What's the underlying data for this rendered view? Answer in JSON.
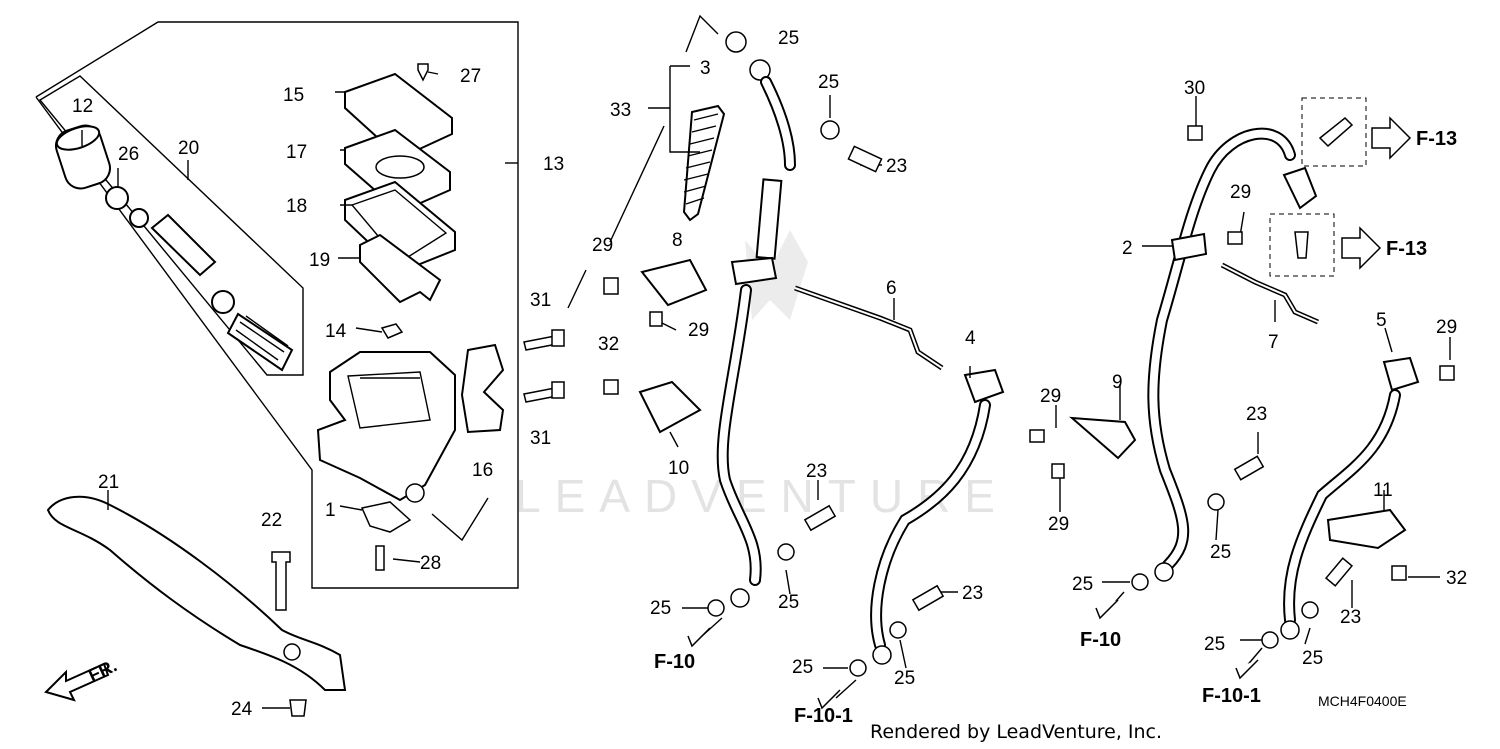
{
  "parts": [
    {
      "id": "p1",
      "text": "1"
    },
    {
      "id": "p2",
      "text": "2"
    },
    {
      "id": "p3",
      "text": "3"
    },
    {
      "id": "p4",
      "text": "4"
    },
    {
      "id": "p5",
      "text": "5"
    },
    {
      "id": "p6",
      "text": "6"
    },
    {
      "id": "p7",
      "text": "7"
    },
    {
      "id": "p8",
      "text": "8"
    },
    {
      "id": "p9",
      "text": "9"
    },
    {
      "id": "p10",
      "text": "10"
    },
    {
      "id": "p11",
      "text": "11"
    },
    {
      "id": "p12",
      "text": "12"
    },
    {
      "id": "p13",
      "text": "13"
    },
    {
      "id": "p14",
      "text": "14"
    },
    {
      "id": "p15",
      "text": "15"
    },
    {
      "id": "p16",
      "text": "16"
    },
    {
      "id": "p17",
      "text": "17"
    },
    {
      "id": "p18",
      "text": "18"
    },
    {
      "id": "p19",
      "text": "19"
    },
    {
      "id": "p20",
      "text": "20"
    },
    {
      "id": "p21",
      "text": "21"
    },
    {
      "id": "p22",
      "text": "22"
    },
    {
      "id": "p24",
      "text": "24"
    },
    {
      "id": "p26",
      "text": "26"
    },
    {
      "id": "p27",
      "text": "27"
    },
    {
      "id": "p28",
      "text": "28"
    },
    {
      "id": "p30",
      "text": "30"
    },
    {
      "id": "p33",
      "text": "33"
    },
    {
      "id": "p23a",
      "text": "23"
    },
    {
      "id": "p23b",
      "text": "23"
    },
    {
      "id": "p23c",
      "text": "23"
    },
    {
      "id": "p23d",
      "text": "23"
    },
    {
      "id": "p23e",
      "text": "23"
    },
    {
      "id": "p25a",
      "text": "25"
    },
    {
      "id": "p25b",
      "text": "25"
    },
    {
      "id": "p25c",
      "text": "25"
    },
    {
      "id": "p25d",
      "text": "25"
    },
    {
      "id": "p25e",
      "text": "25"
    },
    {
      "id": "p25f",
      "text": "25"
    },
    {
      "id": "p25g",
      "text": "25"
    },
    {
      "id": "p25h",
      "text": "25"
    },
    {
      "id": "p25i",
      "text": "25"
    },
    {
      "id": "p25j",
      "text": "25"
    },
    {
      "id": "p25k",
      "text": "25"
    },
    {
      "id": "p29a",
      "text": "29"
    },
    {
      "id": "p29b",
      "text": "29"
    },
    {
      "id": "p29c",
      "text": "29"
    },
    {
      "id": "p29d",
      "text": "29"
    },
    {
      "id": "p29e",
      "text": "29"
    },
    {
      "id": "p29f",
      "text": "29"
    },
    {
      "id": "p31a",
      "text": "31"
    },
    {
      "id": "p31b",
      "text": "31"
    },
    {
      "id": "p32a",
      "text": "32"
    },
    {
      "id": "p32b",
      "text": "32"
    }
  ],
  "refs": {
    "f13_top": "F-13",
    "f13_bottom": "F-13",
    "f10_left": "F-10",
    "f10_right": "F-10",
    "f101_left": "F-10-1",
    "f101_right": "F-10-1"
  },
  "front_marker": "FR.",
  "diagram_code": "MCH4F0400E",
  "credit": "Rendered by LeadVenture, Inc.",
  "watermark": "LEADVENTURE",
  "icons": [
    "front-direction-arrow-icon",
    "reference-arrow-icon"
  ]
}
